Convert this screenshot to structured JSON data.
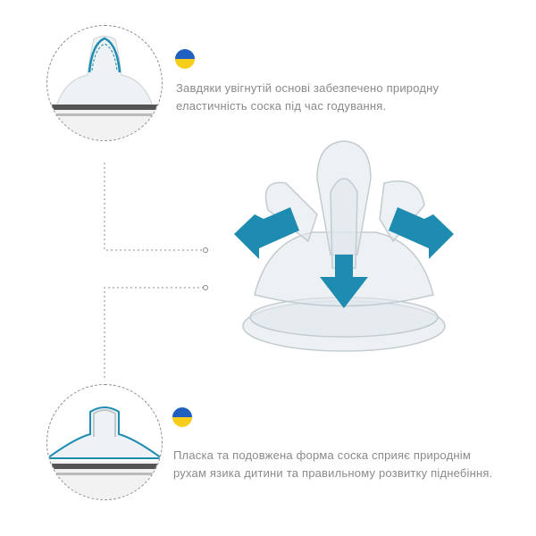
{
  "colors": {
    "accent": "#1e8bb0",
    "flag_blue": "#1f5fbf",
    "flag_yellow": "#f6cd1b",
    "text": "#8a8a8a"
  },
  "section_top": {
    "flag_icon": "ukraine-flag-icon",
    "text_line1": "Завдяки увігнутій основі забезпечено природну",
    "text_line2": "еластичність соска під час годування."
  },
  "section_bottom": {
    "flag_icon": "ukraine-flag-icon",
    "text_line1": "Пласка та подовжена форма соска сприяє природнім",
    "text_line2": "рухам язика дитини та правильному розвитку піднебіння."
  }
}
